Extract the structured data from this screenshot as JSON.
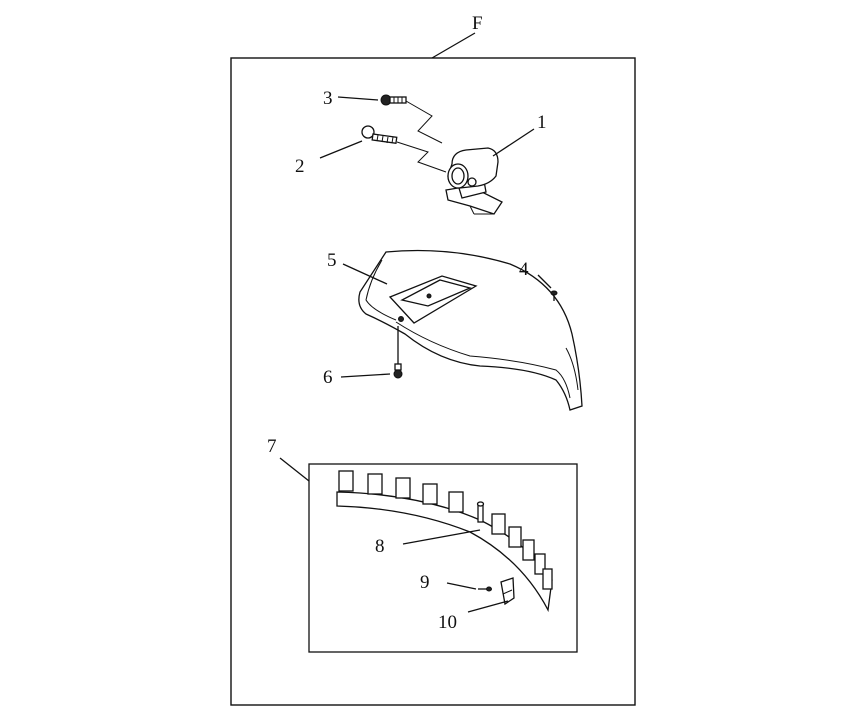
{
  "diagram": {
    "assembly_label": "F",
    "callouts": {
      "c1": "1",
      "c2": "2",
      "c3": "3",
      "c4": "4",
      "c5": "5",
      "c6": "6",
      "c7": "7",
      "c8": "8",
      "c9": "9",
      "c10": "10"
    }
  }
}
